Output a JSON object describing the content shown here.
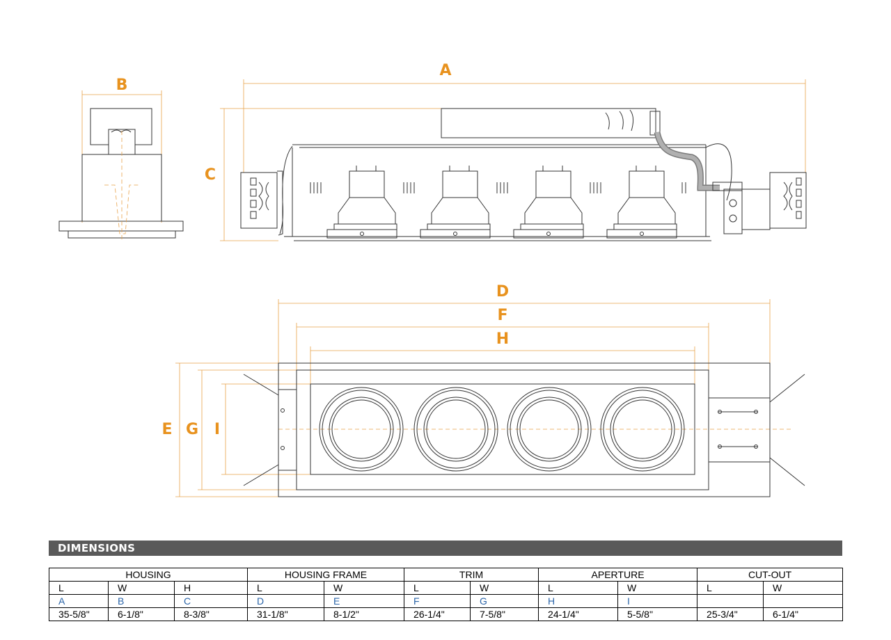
{
  "labels": {
    "a": "A",
    "b": "B",
    "c": "C",
    "d": "D",
    "e": "E",
    "f": "F",
    "g": "G",
    "h": "H",
    "i": "I"
  },
  "colors": {
    "dimension_label": "#e8921e",
    "dimension_line": "#e8a24a",
    "header_bar": "#5a5a5a",
    "letter_row": "#2a64a8"
  },
  "header": "DIMENSIONS",
  "table": {
    "groups": [
      "HOUSING",
      "HOUSING FRAME",
      "TRIM",
      "APERTURE",
      "CUT-OUT"
    ],
    "axes": [
      "L",
      "W",
      "H",
      "L",
      "W",
      "L",
      "W",
      "L",
      "W",
      "L",
      "W"
    ],
    "letters": [
      "A",
      "B",
      "C",
      "D",
      "E",
      "F",
      "G",
      "H",
      "I",
      "",
      ""
    ],
    "values": [
      "35-5/8\"",
      "6-1/8\"",
      "8-3/8\"",
      "31-1/8\"",
      "8-1/2\"",
      "26-1/4\"",
      "7-5/8\"",
      "24-1/4\"",
      "5-5/8\"",
      "25-3/4\"",
      "6-1/4\""
    ]
  }
}
